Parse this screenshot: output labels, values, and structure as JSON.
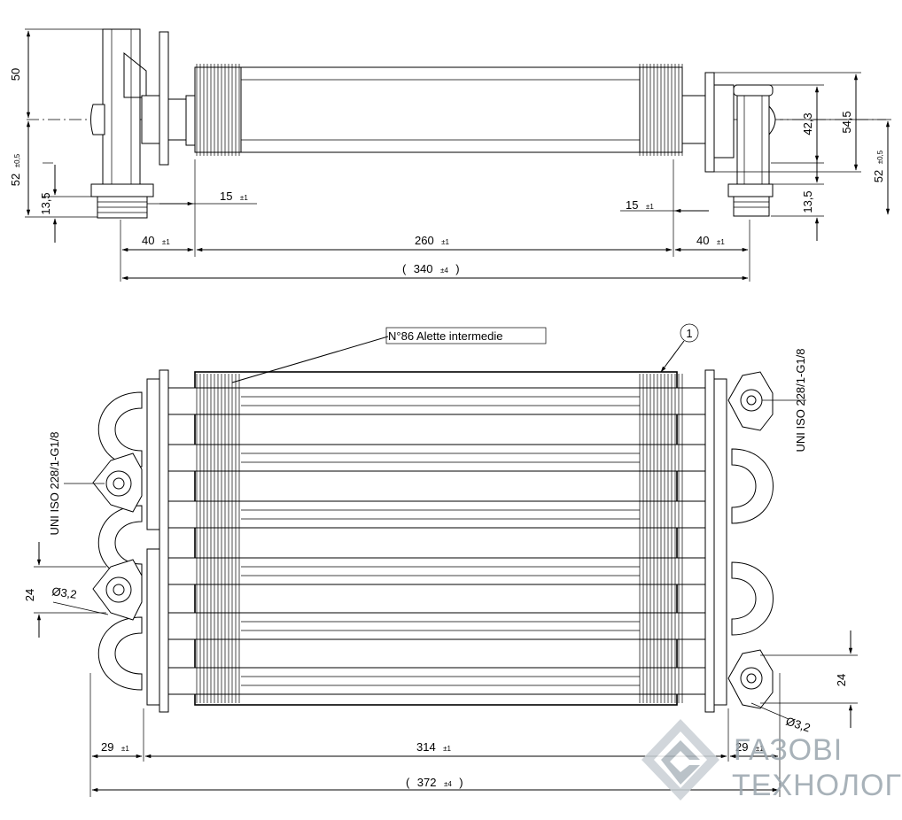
{
  "dimensions": {
    "top_view": {
      "height_upper": "50",
      "height_lower": "52",
      "height_lower_tol": "±0,5",
      "thread_left": "13,5",
      "gap_left": "15",
      "gap_left_tol": "±1",
      "gap_right": "15",
      "gap_right_tol": "±1",
      "thread_right": "13,5",
      "offset_left": "40",
      "offset_left_tol": "±1",
      "length_core": "260",
      "length_core_tol": "±1",
      "offset_right": "40",
      "offset_right_tol": "±1",
      "length_total": "340",
      "length_total_tol": "±4",
      "right_42": "42,3",
      "right_54": "54,5",
      "right_52": "52",
      "right_52_tol": "±0,5"
    },
    "front_view": {
      "fins_label": "N°86 Alette intermedie",
      "item_number": "1",
      "thread_spec_left": "UNI ISO 228/1-G1/8",
      "thread_spec_right": "UNI ISO 228/1-G1/8",
      "pitch_left": "24",
      "hole_left": "Ø3,2",
      "pitch_right": "24",
      "hole_right": "Ø3,2",
      "offset_left": "29",
      "offset_left_tol": "±1",
      "length_core": "314",
      "length_core_tol": "±1",
      "offset_right": "29",
      "offset_right_tol": "±1",
      "length_total": "372",
      "length_total_tol": "±4"
    }
  },
  "logo": {
    "line1": "ГАЗОВІ",
    "line2": "ТЕХНОЛОГІЇ",
    "color": "#9aa5ad"
  }
}
